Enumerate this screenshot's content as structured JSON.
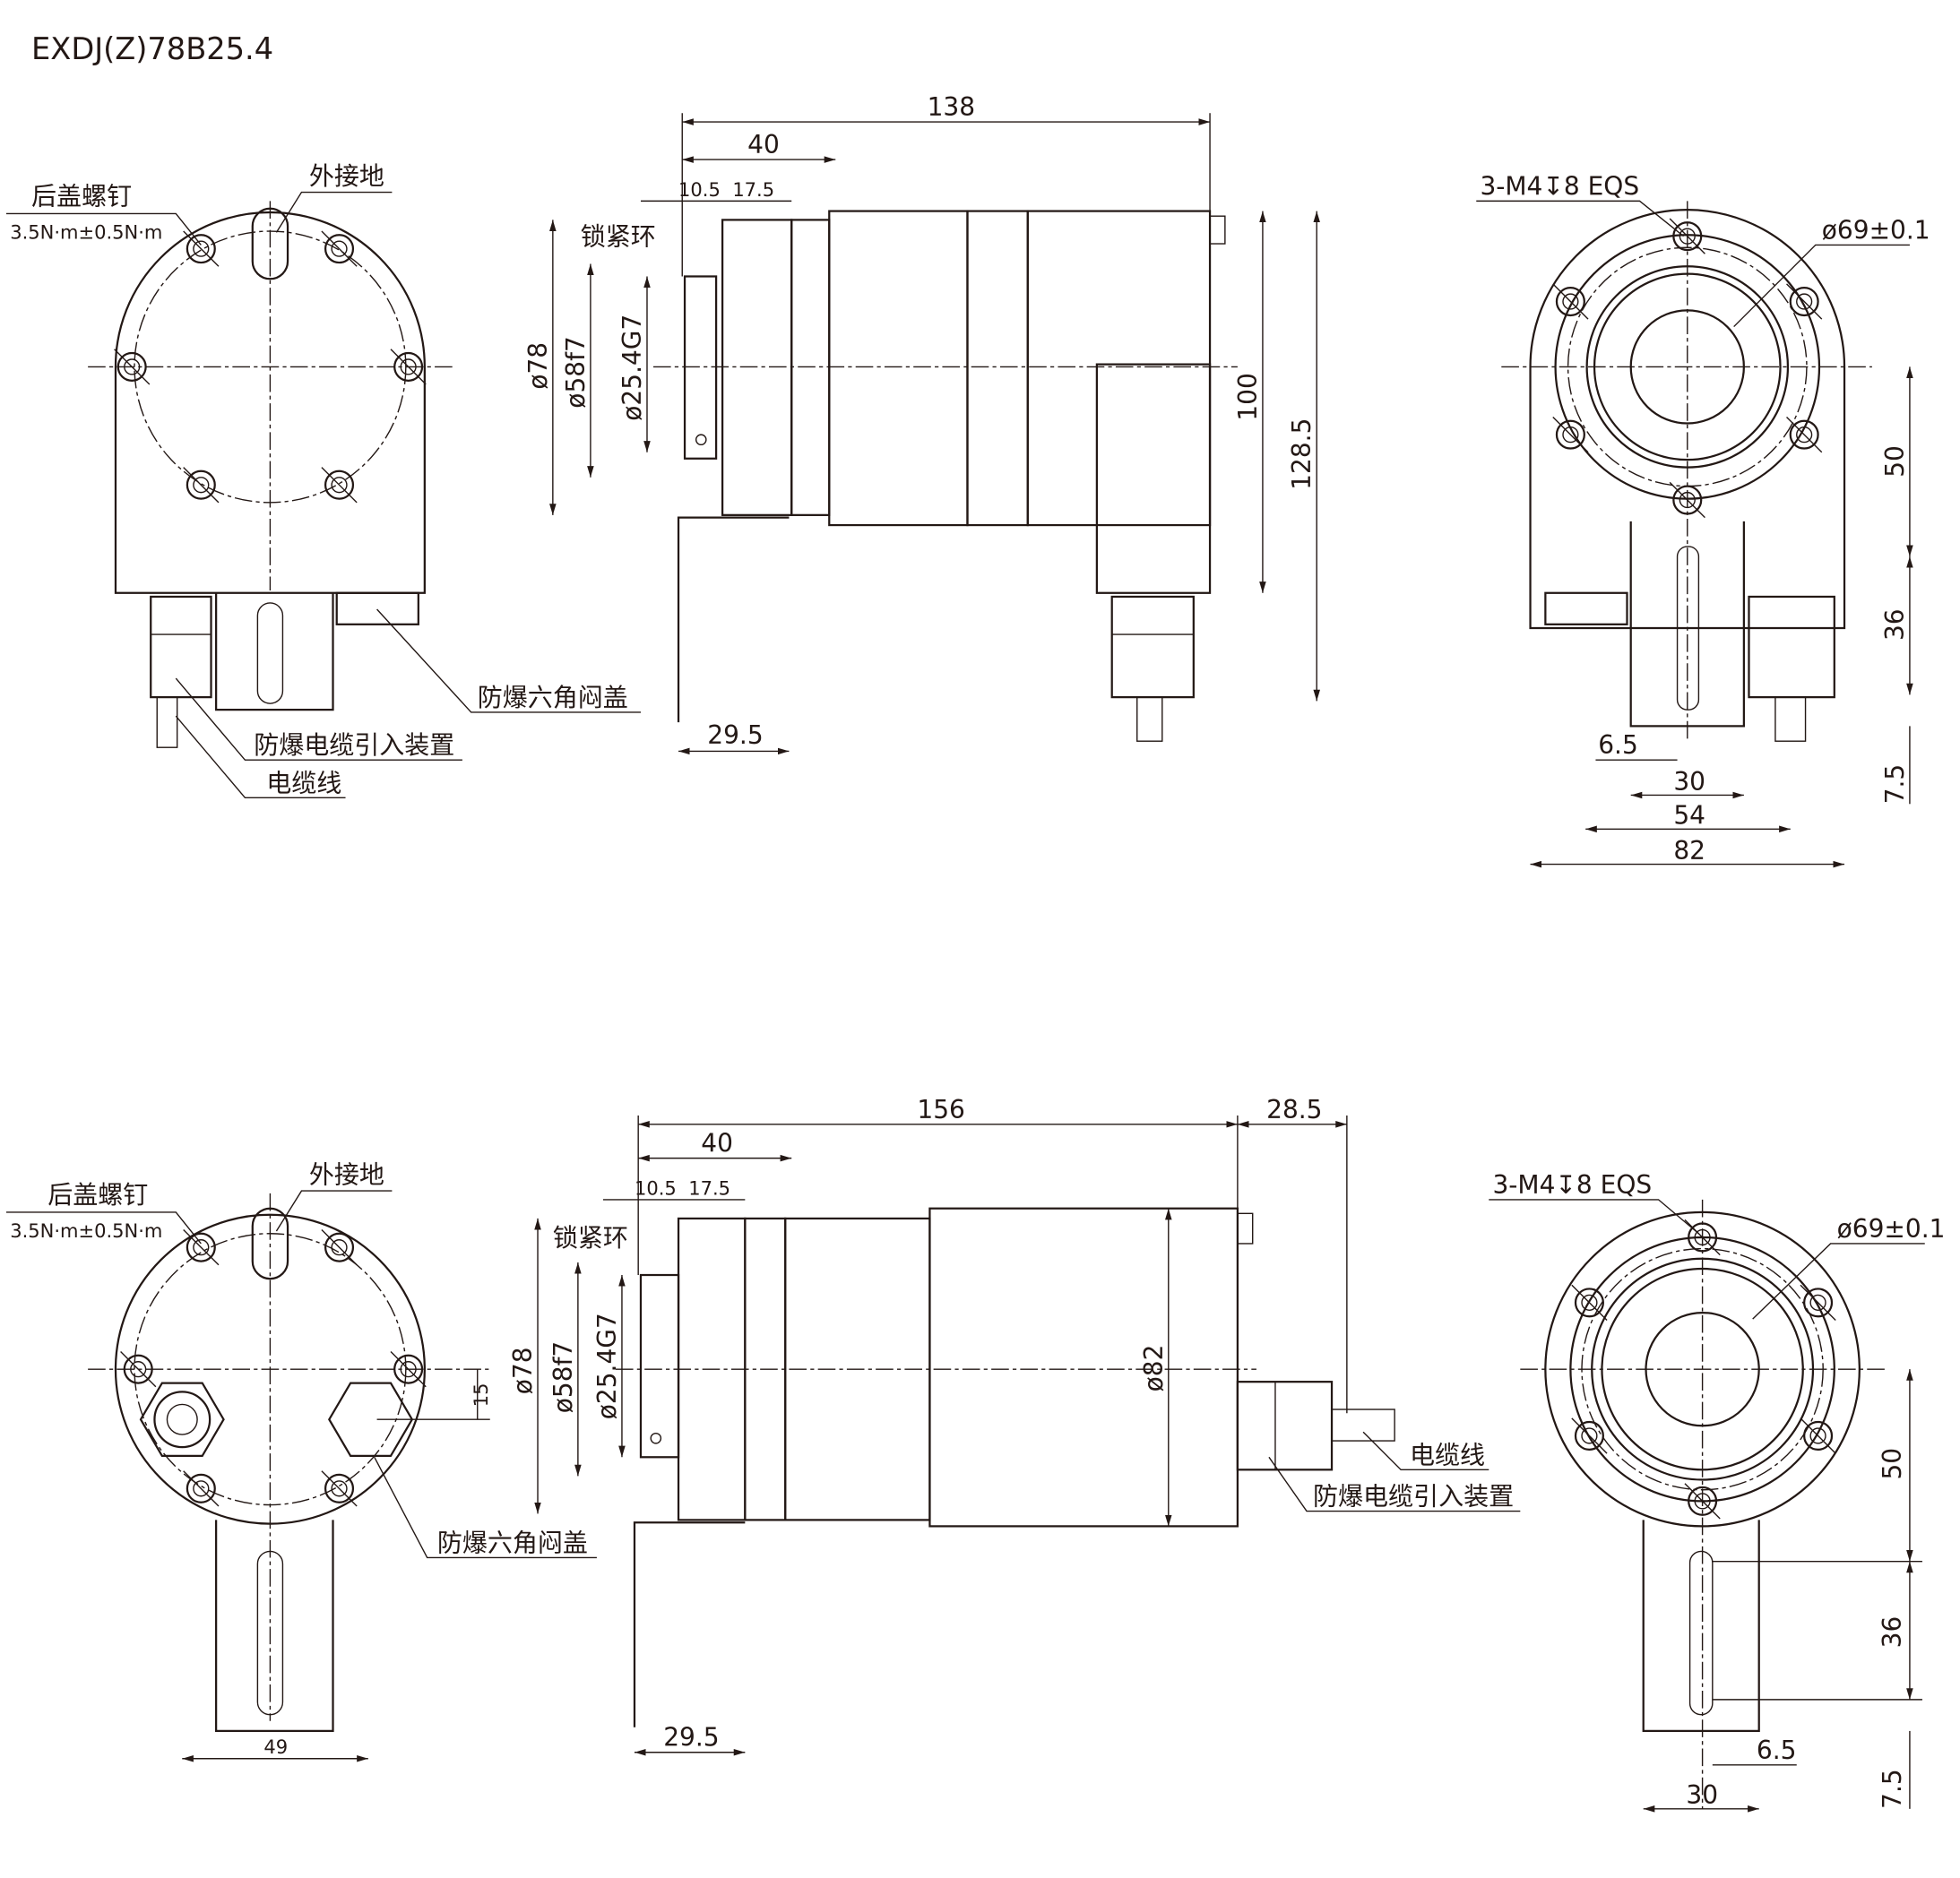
{
  "title": "EXDJ(Z)78B25.4",
  "top": {
    "front": {
      "rear_screw": "后盖螺钉",
      "torque": "3.5N·m±0.5N·m",
      "ground": "外接地",
      "hex_cap": "防爆六角闷盖",
      "cable_gland": "防爆电缆引入装置",
      "cable": "电缆线"
    },
    "side": {
      "len_total": "138",
      "len_40": "40",
      "d_10_5": "10.5",
      "d_17_5": "17.5",
      "lock_ring": "锁紧环",
      "dia78": "ø78",
      "dia58": "ø58f7",
      "dia25": "ø25.4G7",
      "h100": "100",
      "h128": "128.5",
      "w29": "29.5"
    },
    "rear": {
      "holes": "3-M4↧8 EQS",
      "pcd": "ø69±0.1",
      "d50": "50",
      "d36": "36",
      "d7_5": "7.5",
      "d6_5": "6.5",
      "d30": "30",
      "d54": "54",
      "d82": "82"
    }
  },
  "bottom": {
    "front": {
      "rear_screw": "后盖螺钉",
      "torque": "3.5N·m±0.5N·m",
      "ground": "外接地",
      "d15": "15",
      "hex_cap": "防爆六角闷盖",
      "w49": "49"
    },
    "side": {
      "len_total": "156",
      "len_28": "28.5",
      "len_40": "40",
      "d_10_5": "10.5",
      "d_17_5": "17.5",
      "lock_ring": "锁紧环",
      "dia78": "ø78",
      "dia58": "ø58f7",
      "dia25": "ø25.4G7",
      "dia82": "ø82",
      "w29": "29.5",
      "cable": "电缆线",
      "cable_gland": "防爆电缆引入装置"
    },
    "rear": {
      "holes": "3-M4↧8 EQS",
      "pcd": "ø69±0.1",
      "d50": "50",
      "d36": "36",
      "d6_5": "6.5",
      "d30": "30",
      "d7_5": "7.5"
    }
  }
}
